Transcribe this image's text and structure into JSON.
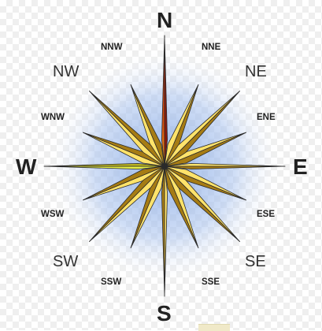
{
  "compass": {
    "cardinal": {
      "n": "N",
      "e": "E",
      "s": "S",
      "w": "W"
    },
    "ordinal": {
      "ne": "NE",
      "se": "SE",
      "sw": "SW",
      "nw": "NW"
    },
    "tertiary": {
      "nne": "NNE",
      "ene": "ENE",
      "ese": "ESE",
      "sse": "SSE",
      "ssw": "SSW",
      "wsw": "WSW",
      "wnw": "WNW",
      "nnw": "NNW"
    }
  },
  "colors": {
    "north_point": "#c0321a",
    "north_point_light": "#e8820a",
    "gold_light": "#ffe36a",
    "gold_dark": "#a67c14",
    "west_point": "#e6ef45",
    "glow": "#9bb8e8",
    "outline": "#2b2b2b"
  },
  "icons": [
    "compass-rose-icon"
  ]
}
